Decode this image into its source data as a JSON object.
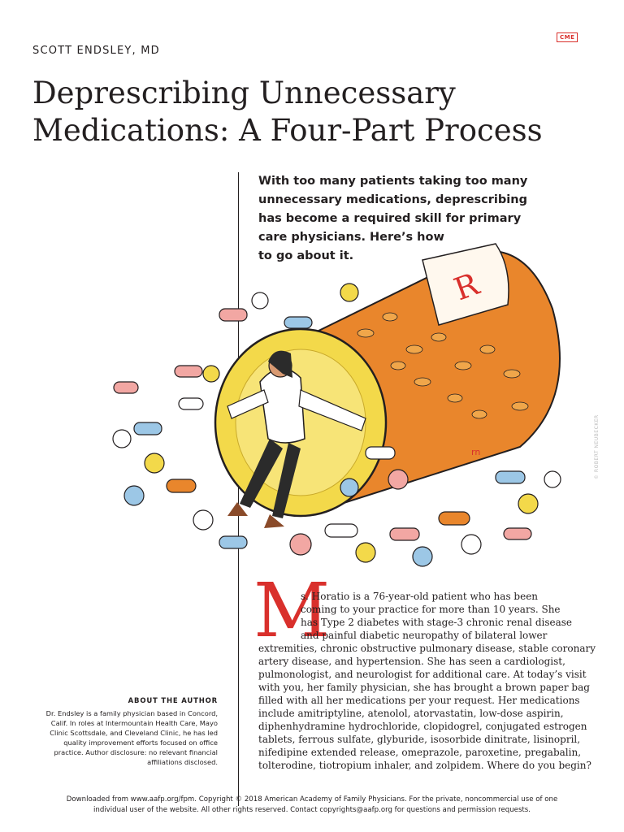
{
  "header": {
    "author": "SCOTT ENDSLEY, MD",
    "badge": "CME"
  },
  "title": {
    "lines": [
      "Deprescribing Unnecessary",
      "Medications: A Four-Part Process"
    ]
  },
  "deck": {
    "lines": [
      "With too many patients taking too many",
      "unnecessary medications, deprescribing",
      "has become a required skill for primary",
      "care physicians. Here’s how",
      "to go about it."
    ]
  },
  "illustration": {
    "credit": "© ROBERT NEUBECKER",
    "label_rx": "R",
    "label_rn": "rn",
    "colors": {
      "bottle": "#e9862c",
      "cap": "#f3d94a",
      "coat": "#ffffff",
      "pants": "#2b2b2b",
      "skin": "#d99a72"
    }
  },
  "article": {
    "drop_cap": "M",
    "lines": [
      "s. Horatio is a 76-year-old patient who has been",
      "coming to your practice for more than 10 years. She",
      "has Type 2 diabetes with stage-3 chronic renal disease",
      "and painful diabetic neuropathy of bilateral lower",
      "extremities, chronic obstructive pulmonary disease, stable coronary",
      "artery disease, and hypertension. She has seen a cardiologist,",
      "pulmonologist, and neurologist for additional care. At today’s visit",
      "with you, her family physician, she has brought a brown paper bag",
      "filled with all her medications per your request. Her medications",
      "include amitriptyline, atenolol, atorvastatin, low-dose aspirin,",
      "diphenhydramine hydrochloride, clopidogrel, conjugated estrogen",
      "tablets, ferrous sulfate, glyburide, isosorbide dinitrate, lisinopril,",
      "nifedipine extended release, omeprazole, paroxetine, pregabalin,",
      "tolterodine, tiotropium inhaler, and zolpidem. Where do you begin?"
    ]
  },
  "about": {
    "heading": "ABOUT THE AUTHOR",
    "lines": [
      "Dr. Endsley is a family physician based in Concord,",
      "Calif. In roles at Intermountain Health Care, Mayo",
      "Clinic Scottsdale, and Cleveland Clinic, he has led",
      "quality improvement efforts focused on office",
      "practice. Author disclosure: no relevant financial",
      "affiliations disclosed."
    ]
  },
  "footer": {
    "lines": [
      "Downloaded from www.aafp.org/fpm. Copyright © 2018 American Academy of Family Physicians. For the private, noncommercial use of one",
      "individual user of the website. All other rights reserved. Contact copyrights@aafp.org for questions and permission requests."
    ]
  },
  "colors": {
    "accent": "#d9302c",
    "text": "#231f20"
  }
}
